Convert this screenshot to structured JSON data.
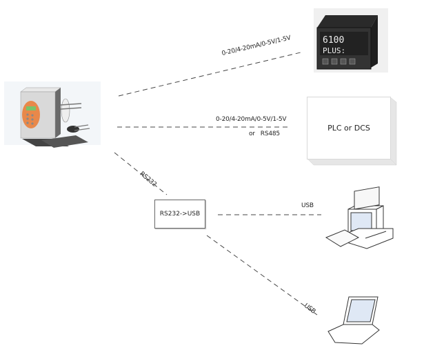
{
  "diagram": {
    "nodes": {
      "analyzer": {
        "label": "",
        "icon": "analyzer-device-icon"
      },
      "controller": {
        "label": "",
        "icon": "panel-controller-icon",
        "display_line1": "6100",
        "display_line2": "PLUS:"
      },
      "plc": {
        "label": "PLC or DCS"
      },
      "converter": {
        "label": "RS232->USB"
      },
      "desktop": {
        "icon": "desktop-computer-icon"
      },
      "laptop": {
        "icon": "laptop-icon"
      }
    },
    "links": {
      "to_controller": {
        "label": "0-20/4-20mA/0-5V/1-5V"
      },
      "to_plc": {
        "label": "0-20/4-20mA/0-5V/1-5V",
        "sublabel": "or   RS485"
      },
      "to_converter": {
        "label": "RS232"
      },
      "to_desktop": {
        "label": "USB"
      },
      "to_laptop": {
        "label": "USB"
      }
    },
    "colors": {
      "line": "#444444",
      "device_orange": "#e8884a",
      "device_gray": "#d9d9d9",
      "screen_blue": "#dfe8f5"
    }
  }
}
